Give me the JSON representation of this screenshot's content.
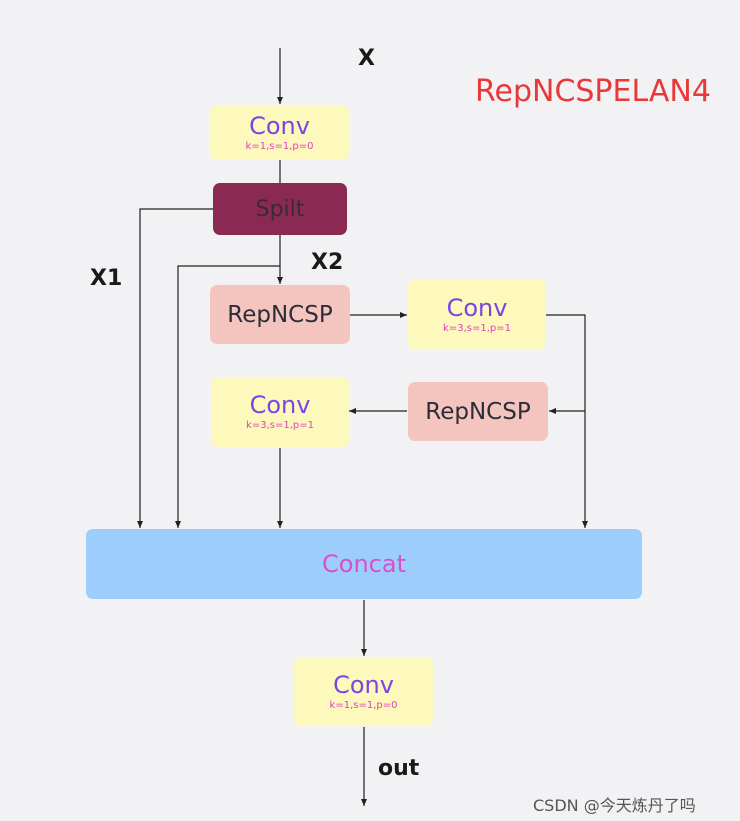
{
  "title": "RepNCSPELAN4",
  "labels": {
    "input": "X",
    "x1": "X1",
    "x2": "X2",
    "output": "out"
  },
  "nodes": {
    "conv_in": {
      "label": "Conv",
      "params": "k=1,s=1,p=0"
    },
    "split": {
      "label": "Spilt"
    },
    "repncsp_1": {
      "label": "RepNCSP"
    },
    "conv_1": {
      "label": "Conv",
      "params": "k=3,s=1,p=1"
    },
    "repncsp_2": {
      "label": "RepNCSP"
    },
    "conv_2": {
      "label": "Conv",
      "params": "k=3,s=1,p=1"
    },
    "concat": {
      "label": "Concat"
    },
    "conv_out": {
      "label": "Conv",
      "params": "k=1,s=1,p=0"
    }
  },
  "watermark": "CSDN @今天炼丹了吗",
  "colors": {
    "conv_bg": "#fdf8bb",
    "conv_text": "#7b45e6",
    "param_text": "#e23ec0",
    "split_bg": "#8a2a52",
    "repncsp_bg": "#f3c5be",
    "concat_bg": "#9dcefb",
    "concat_text": "#d94fcf",
    "title": "#e83838",
    "arrow": "#222222"
  }
}
